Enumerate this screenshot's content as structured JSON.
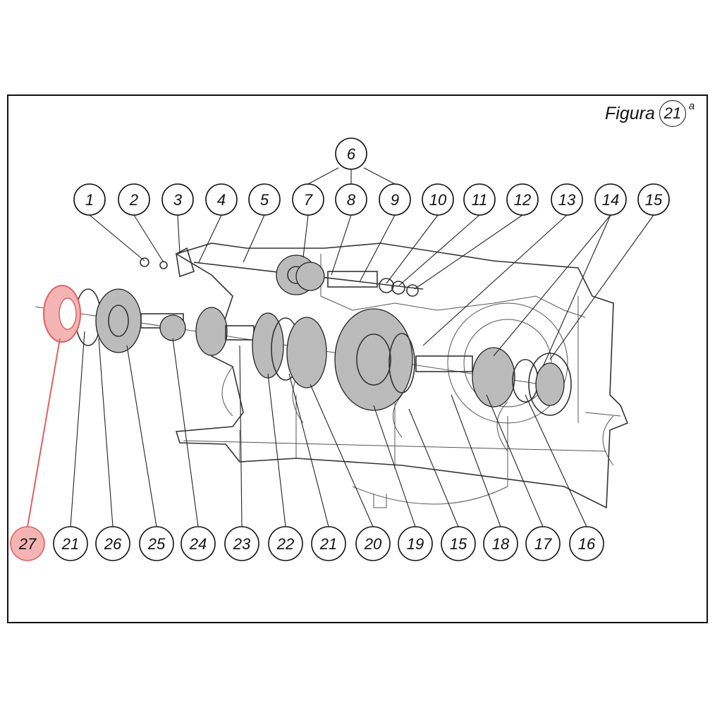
{
  "figure": {
    "label": "Figura",
    "number": "21",
    "suffix": "a"
  },
  "highlight": {
    "part": "27",
    "color": "#e06060",
    "fill": "#f4b4b4"
  },
  "top_callouts": [
    "1",
    "2",
    "3",
    "4",
    "5",
    "7",
    "8",
    "9",
    "10",
    "11",
    "12",
    "13",
    "14",
    "15"
  ],
  "group_callout": "6",
  "bottom_callouts": [
    "27",
    "21",
    "26",
    "25",
    "24",
    "23",
    "22",
    "21",
    "20",
    "19",
    "15",
    "18",
    "17",
    "16"
  ],
  "icons": {
    "drawing": "gearbox-exploded-drawing-icon"
  }
}
